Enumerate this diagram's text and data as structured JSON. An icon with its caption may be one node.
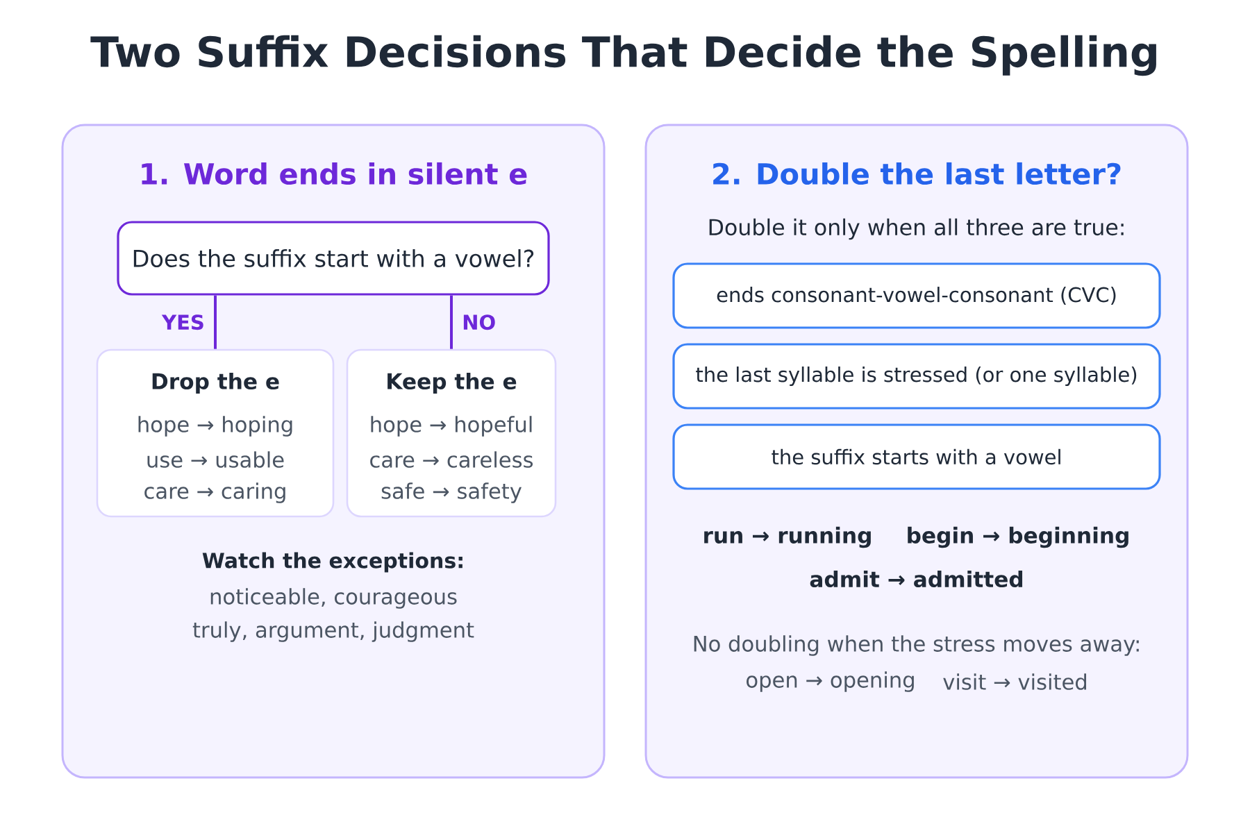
{
  "diagram": {
    "title": "Two Suffix Decisions That Decide the Spelling",
    "nodes": [
      {
        "text": [
          "1. Word ends in silent e",
          "Watch the exceptions:",
          "noticeable, courageous",
          "truly, argument, judgment"
        ]
      },
      {
        "text": [
          "Does the suffix start with a vowel?"
        ],
        "in": 0
      },
      {
        "text": [
          "Drop the e",
          "hope → hoping",
          "use → usable",
          "care → caring"
        ],
        "in": 0
      },
      {
        "text": [
          "Keep the e",
          "hope → hopeful",
          "care → careless",
          "safe → safety"
        ],
        "in": 0
      },
      {
        "text": [
          "2. Double the last letter?",
          "Double it only when all three are true:",
          "run → running",
          "begin → beginning",
          "admit → admitted",
          "No doubling when the stress moves away:",
          "open → opening",
          "visit → visited"
        ]
      },
      {
        "text": [
          "ends consonant-vowel-consonant (CVC)"
        ],
        "in": 4
      },
      {
        "text": [
          "the last syllable is stressed (or one syllable)"
        ],
        "in": 4
      },
      {
        "text": [
          "the suffix starts with a vowel"
        ],
        "in": 4
      }
    ],
    "edges": [
      {
        "from": 1,
        "to": 2,
        "arrow": "none",
        "label": "YES"
      },
      {
        "from": 1,
        "to": 3,
        "arrow": "none",
        "label": "NO"
      }
    ]
  }
}
